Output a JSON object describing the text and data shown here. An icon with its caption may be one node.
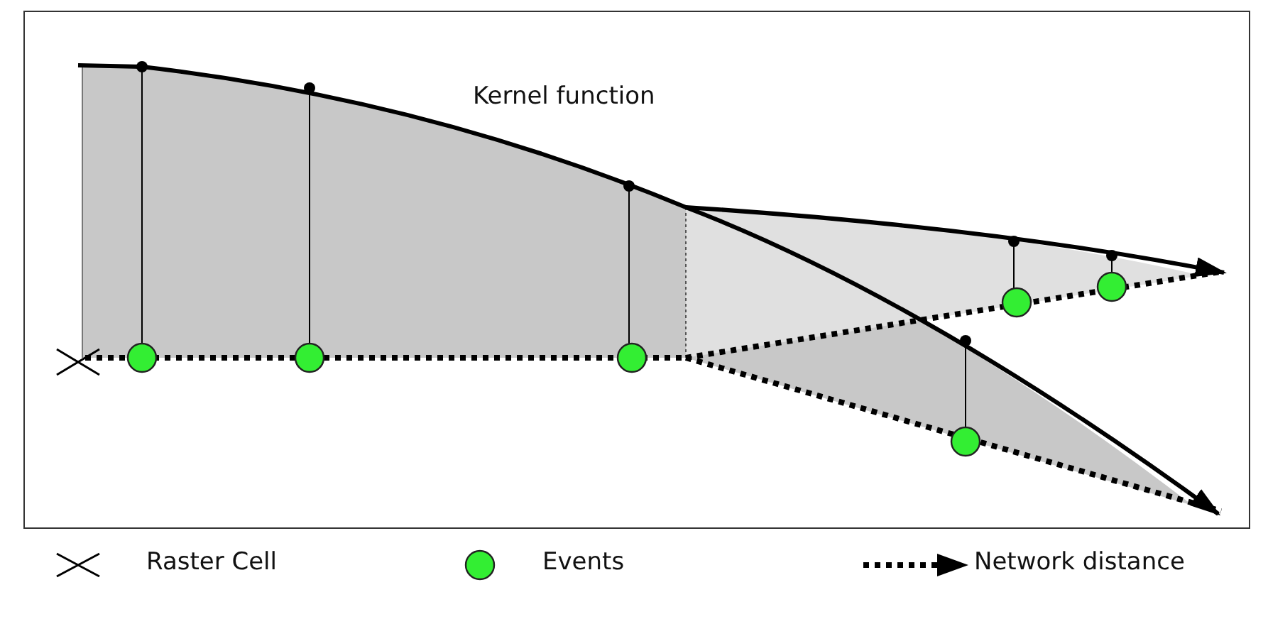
{
  "diagram": {
    "labels": [
      "Kernel function"
    ],
    "legend": [
      {
        "text": "Raster Cell"
      },
      {
        "text": "Events"
      },
      {
        "text": "Network distance"
      }
    ]
  }
}
